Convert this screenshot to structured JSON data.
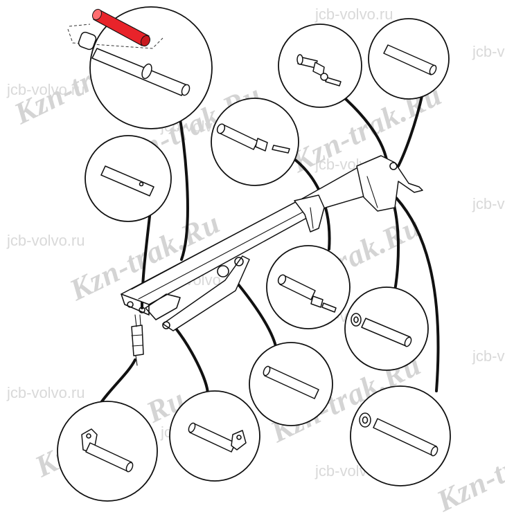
{
  "watermarks": {
    "small": "jcb-volvo.ru",
    "big": "Kzn-trak.Ru"
  },
  "colors": {
    "highlight": "#e8232a",
    "ink": "#111111",
    "watermark": "#d6d6d6"
  },
  "callouts": [
    {
      "name": "bushing-and-pin-highlighted",
      "part": "pin-with-bushing"
    },
    {
      "name": "pin-with-plate-bolt-top-1",
      "part": "pin-with-plate-bolt"
    },
    {
      "name": "plain-pin-top-right",
      "part": "plain-pin"
    },
    {
      "name": "pin-with-plate-bolt-middle",
      "part": "pin-with-plate-bolt"
    },
    {
      "name": "plain-pin-left",
      "part": "plain-pin"
    },
    {
      "name": "pin-with-plate-bolt-center",
      "part": "pin-with-plate-bolt"
    },
    {
      "name": "pin-with-washer-right",
      "part": "pin-with-washer"
    },
    {
      "name": "plain-pin-center-bottom",
      "part": "plain-pin"
    },
    {
      "name": "pin-with-washer-bottom-right",
      "part": "pin-with-washer"
    },
    {
      "name": "pin-with-lug-bottom-left",
      "part": "pin-with-lug"
    },
    {
      "name": "pin-with-lug-bottom-center",
      "part": "pin-with-lug"
    }
  ]
}
